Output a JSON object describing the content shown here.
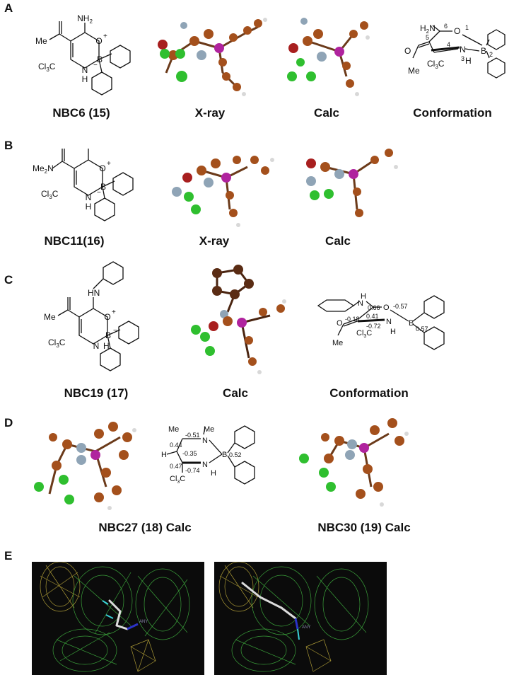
{
  "panels": {
    "a": {
      "letter": "A",
      "captions": [
        "NBC6 (15)",
        "X-ray",
        "Calc",
        "Conformation"
      ]
    },
    "b": {
      "letter": "B",
      "captions": [
        "NBC11(16)",
        "X-ray",
        "Calc"
      ]
    },
    "c": {
      "letter": "C",
      "captions": [
        "NBC19 (17)",
        "Calc",
        "Conformation"
      ]
    },
    "d": {
      "letter": "D",
      "captions": [
        "NBC27  (18)  Calc",
        "NBC30  (19) Calc"
      ]
    },
    "e": {
      "letter": "E",
      "probe_label": "ANY"
    }
  },
  "structures": {
    "nbc6": {
      "nh2": "NH",
      "nh2_sub": "2",
      "o": "O",
      "b": "B",
      "n": "N",
      "h": "H",
      "me": "Me",
      "cl3c": "Cl",
      "cl3c_sub": "3",
      "cl3c_c": "C"
    },
    "nbc6_conf": {
      "h2n": "H",
      "h2n_sub": "2",
      "h2n_n": "N",
      "o1": "O",
      "n_atom": "N",
      "h": "H",
      "b": "B",
      "o_ketone": "O",
      "me": "Me",
      "cl3c": "Cl",
      "cl3c_sub": "3",
      "cl3c_c": "C",
      "pos_6": "6",
      "pos_5": "5",
      "pos_4": "4",
      "pos_3": "3",
      "pos_2": "2",
      "pos_1": "1"
    },
    "nbc11": {
      "me2n": "Me",
      "me2n_sub": "2",
      "me2n_n": "N",
      "o": "O",
      "b": "B",
      "n": "N",
      "h": "H",
      "cl3c": "Cl",
      "cl3c_sub": "3",
      "cl3c_c": "C"
    },
    "nbc19": {
      "hn": "HN",
      "o": "O",
      "b": "B",
      "n": "N",
      "h": "H",
      "me": "Me",
      "cl3c": "Cl",
      "cl3c_sub": "3",
      "cl3c_c": "C"
    },
    "nbc19_conf": {
      "h": "H",
      "n": "N",
      "o": "O",
      "b": "B",
      "o_ketone": "O",
      "me": "Me",
      "cl3c": "Cl",
      "cl3c_sub": "3",
      "cl3c_c": "C",
      "charges": [
        "0.66",
        "-0.57",
        "-0.18",
        "0.41",
        "-0.72",
        "0.57"
      ]
    },
    "nbc27": {
      "me_top": "Me",
      "me_n": "Me",
      "n_top": "N",
      "n_bottom": "N",
      "b": "B",
      "h_left": "H",
      "h_nh": "H",
      "cl3c": "Cl",
      "cl3c_sub": "3",
      "cl3c_c": "C",
      "charges": [
        "-0.51",
        "0.44",
        "-0.35",
        "0.52",
        "0.47",
        "-0.74"
      ]
    }
  },
  "atom_colors": {
    "carbon": "#a4501c",
    "carbon_dark": "#5a2c14",
    "hydrogen": "#d8d8d8",
    "oxygen": "#a81f1f",
    "nitrogen": "#8fa4b6",
    "chlorine": "#2fbf2f",
    "boron": "#b0239e"
  },
  "mesh_colors": {
    "green": "#3fae3f",
    "yellow": "#b9a63a",
    "probe_blue": "#2b33c8",
    "probe_cyan": "#3ad1d8"
  }
}
